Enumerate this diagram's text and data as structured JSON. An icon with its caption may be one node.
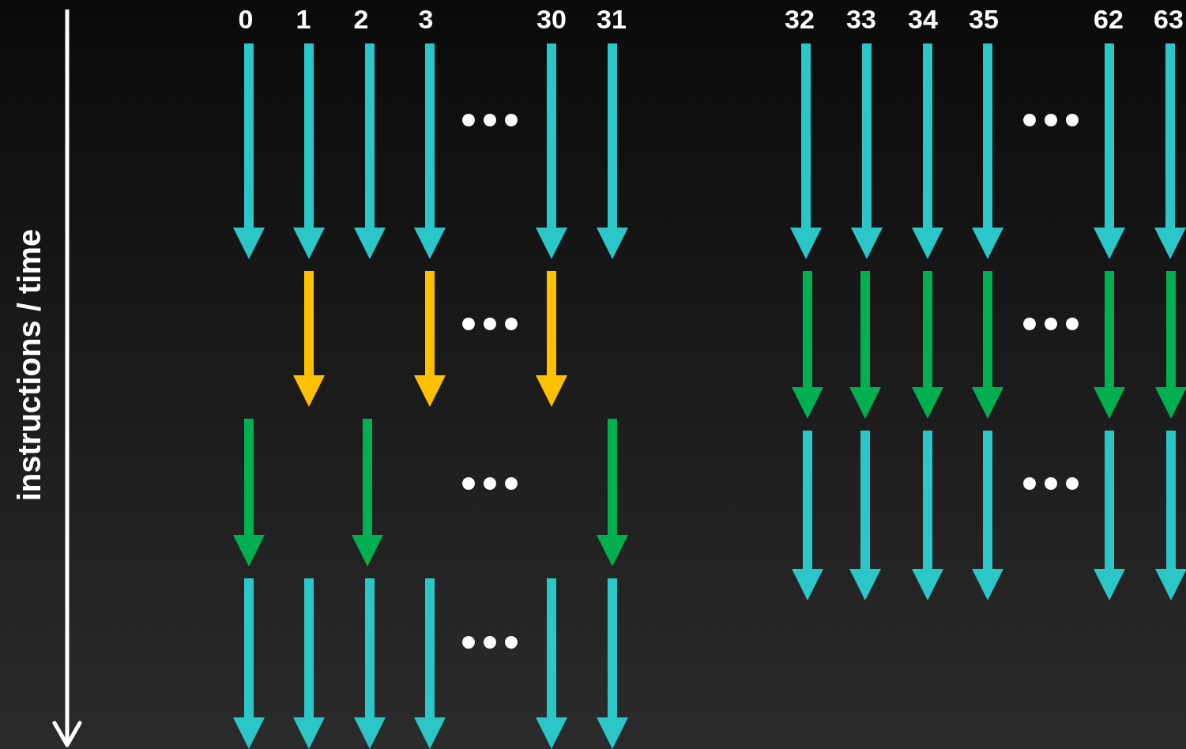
{
  "diagram": {
    "labels": [
      "0",
      "1",
      "2",
      "3",
      "30",
      "31",
      "32",
      "33",
      "34",
      "35",
      "62",
      "63",
      "instructions / time"
    ]
  }
}
